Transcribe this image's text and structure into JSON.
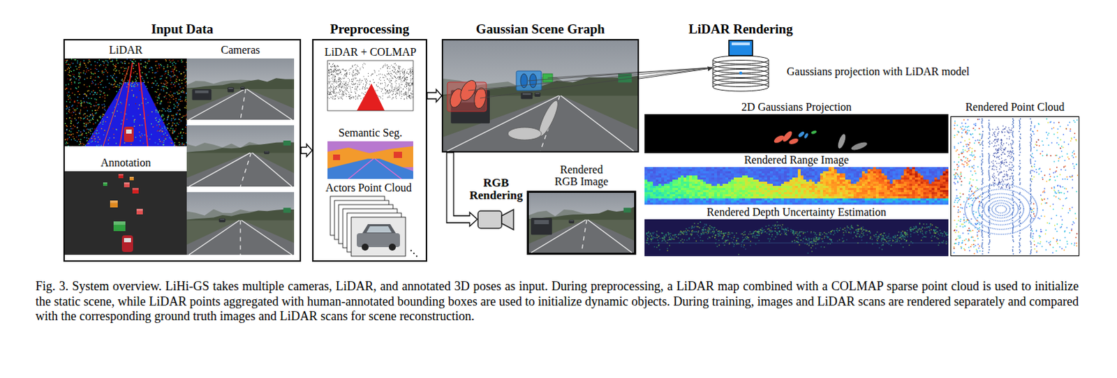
{
  "diagram": {
    "caption": "Fig. 3. System overview. LiHi-GS takes multiple cameras, LiDAR, and annotated 3D poses as input. During preprocessing, a LiDAR map combined with a COLMAP sparse point cloud is used to initialize the static scene, while LiDAR points aggregated with human-annotated bounding boxes are used to initialize dynamic objects. During training, images and LiDAR scans are rendered separately and compared with the corresponding ground truth images and LiDAR scans for scene reconstruction.",
    "nodes": [
      {
        "text": [
          "Input Data"
        ]
      },
      {
        "text": [
          "LiDAR"
        ],
        "in": 0
      },
      {
        "text": [
          "Cameras"
        ],
        "in": 0
      },
      {
        "text": [
          "Annotation"
        ],
        "in": 0
      },
      {
        "text": [
          "Preprocessing"
        ]
      },
      {
        "text": [
          "LiDAR + COLMAP"
        ],
        "in": 4
      },
      {
        "text": [
          "Semantic Seg."
        ],
        "in": 4
      },
      {
        "text": [
          "Actors Point Cloud"
        ],
        "in": 4
      },
      {
        "text": [
          "Gaussian Scene Graph"
        ]
      },
      {
        "text": [
          "RGB Rendering"
        ]
      },
      {
        "text": [
          "Rendered RGB Image"
        ]
      },
      {
        "text": [
          "LiDAR Rendering",
          "Gaussians projection with LiDAR model"
        ]
      },
      {
        "text": [
          "2D Gaussians Projection"
        ]
      },
      {
        "text": [
          "Rendered Range Image"
        ]
      },
      {
        "text": [
          "Rendered Depth Uncertainty Estimation"
        ]
      },
      {
        "text": [
          "Rendered Point Cloud"
        ]
      }
    ],
    "edges": [
      {
        "from": 0,
        "to": 4,
        "arrow": "to"
      },
      {
        "from": 4,
        "to": 8,
        "arrow": "to"
      },
      {
        "from": 8,
        "to": 9,
        "arrow": "to"
      },
      {
        "from": 8,
        "to": 11,
        "arrow": "to"
      }
    ]
  }
}
